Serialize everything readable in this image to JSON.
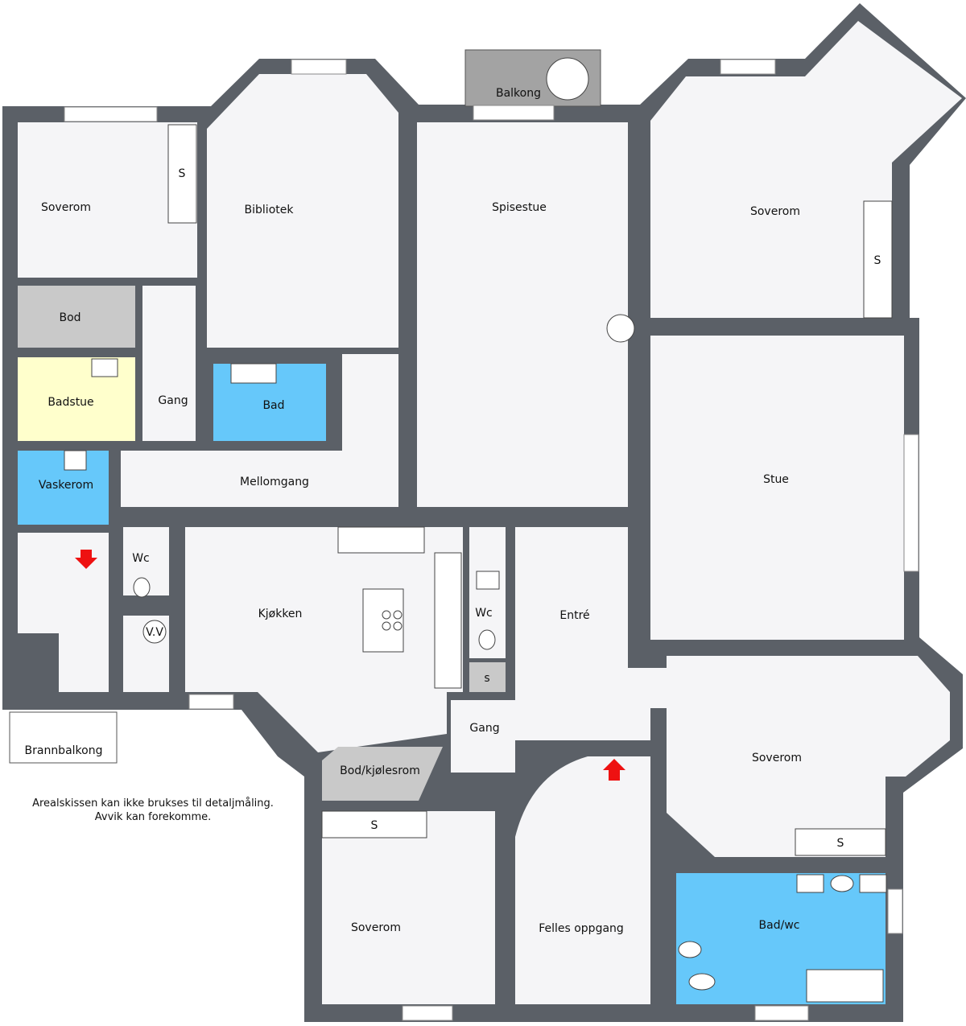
{
  "rooms": {
    "soverom_tl": "Soverom",
    "bibliotek": "Bibliotek",
    "spisestue": "Spisestue",
    "balkong": "Balkong",
    "soverom_tr": "Soverom",
    "bod": "Bod",
    "badstue": "Badstue",
    "gang_left": "Gang",
    "bad": "Bad",
    "vaskerom": "Vaskerom",
    "mellomgang": "Mellomgang",
    "stue": "Stue",
    "wc_left": "Wc",
    "vv": "V.V",
    "kjokken": "Kjøkken",
    "wc_mid": "Wc",
    "entre": "Entré",
    "s_box": "s",
    "gang_small": "Gang",
    "soverom_r": "Soverom",
    "brannbalkong": "Brannbalkong",
    "bod_kjolesrom": "Bod/kjølesrom",
    "soverom_b": "Soverom",
    "felles_oppgang": "Felles oppgang",
    "bad_wc": "Bad/wc"
  },
  "wardrobes": [
    "S",
    "S",
    "S",
    "S"
  ],
  "note": [
    "Arealskissen kan ikke brukses til detaljmåling.",
    "Avvik kan forekomme."
  ],
  "colors": {
    "wall": "#5b6067",
    "floor": "#f5f5f7",
    "wet_room": "#66c8fa",
    "sauna": "#ffffcc",
    "storage": "#c9c9c9",
    "balcony": "#a3a3a3",
    "entry_arrow": "#ee1111"
  }
}
